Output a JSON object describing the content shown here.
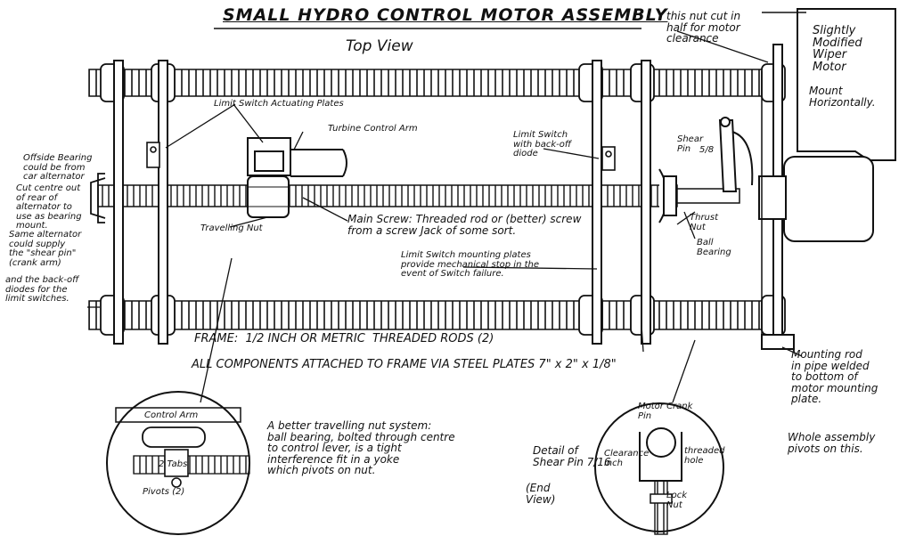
{
  "title": "SMALL HYDRO CONTROL MOTOR ASSEMBLY",
  "subtitle": "Top View",
  "labels": {
    "nut_cut": "this nut cut in\nhalf for motor\nclearance",
    "wiper_motor": "Slightly\nModified\nWiper\nMotor",
    "mount_horiz": "Mount\nHorizontally.",
    "limit_plates": "Limit Switch Actuating Plates",
    "turbine_arm": "Turbine Control Arm",
    "limit_switch": "Limit Switch\nwith back-off\ndiode",
    "shear_pin": "Shear\nPin",
    "shear_pin_frac": "5/8",
    "offside_bearing": "Offside Bearing\ncould be from\ncar alternator",
    "cut_centre": "Cut centre out\nof rear of\nalternator to\nuse as bearing\nmount.",
    "same_alternator": "Same alternator\ncould supply\nthe \"shear pin\"\n(crank arm)",
    "back_off": "and the back-off\ndiodes for the\nlimit switches.",
    "travelling_nut": "Travelling Nut",
    "main_screw": "Main Screw: Threaded rod or (better) screw\nfrom a screw Jack of some sort.",
    "thrust_nut": "Thrust\nNut",
    "ball_bearing": "Ball\nBearing",
    "limit_mount": "Limit Switch mounting plates\nprovide mechanical stop in the\nevent of Switch failure.",
    "frame": "FRAME:  1/2 INCH OR METRIC  THREADED RODS (2)",
    "all_components": "ALL COMPONENTS ATTACHED TO FRAME VIA STEEL PLATES 7\" x 2\" x 1/8\"",
    "mounting_rod": "Mounting rod\nin pipe welded\nto bottom of\nmotor mounting\nplate.",
    "whole_assembly": "Whole assembly\npivots on this.",
    "better_nut": "A better travelling nut system:\nball bearing, bolted through centre\nto control lever, is a tight\ninterference fit in a yoke\nwhich pivots on nut.",
    "control_arm": "Control Arm",
    "two_tabs": "2 Tabs",
    "pivots": "Pivots (2)",
    "detail_shear": "Detail of\nShear Pin 7/16",
    "end_view": "(End\nView)",
    "motor_crank": "Motor Crank\nPin",
    "clearance": "Clearance\ninch",
    "threaded_hole": "threaded\nhole",
    "lock_nut": "Lock\nNut"
  }
}
